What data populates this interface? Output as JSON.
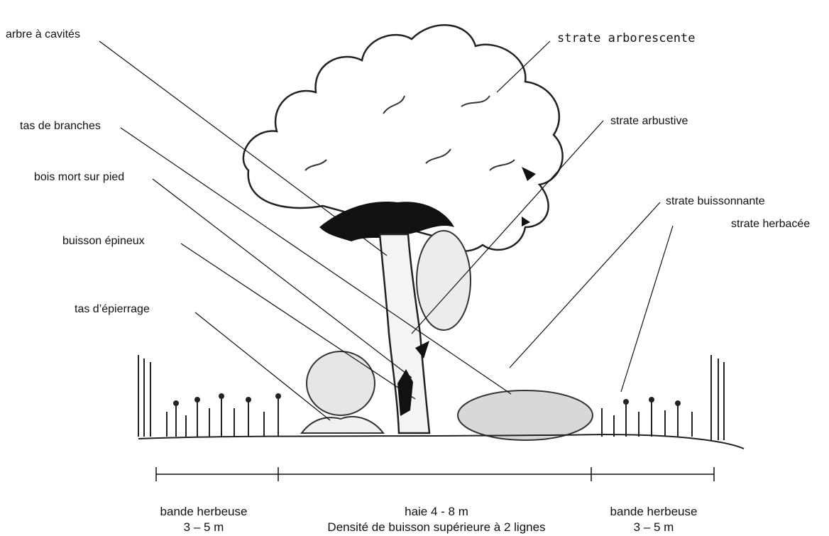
{
  "labels": {
    "arbre_cavites": "arbre à cavités",
    "tas_branches": "tas de branches",
    "bois_mort": "bois mort sur pied",
    "buisson_epineux": "buisson épineux",
    "tas_epierrage": "tas d’épierrage",
    "strate_arborescente": "strate arborescente",
    "strate_arbustive": "strate arbustive",
    "strate_buissonnante": "strate buissonnante",
    "strate_herbacee": "strate herbacée"
  },
  "zones": {
    "left": {
      "title": "bande herbeuse",
      "width": "3 – 5 m"
    },
    "center": {
      "title": "haie  4 - 8 m",
      "detail": "Densité de buisson supérieure à 2 lignes"
    },
    "right": {
      "title": "bande herbeuse",
      "width": "3 – 5 m"
    }
  }
}
